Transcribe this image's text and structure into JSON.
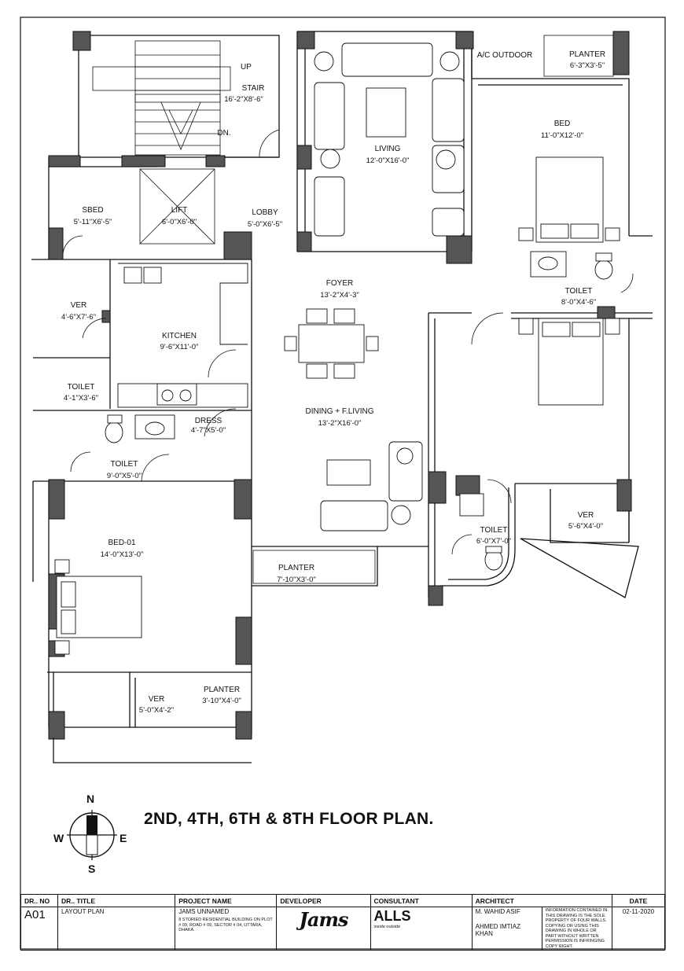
{
  "plan": {
    "rooms": [
      {
        "id": "stair",
        "name": "STAIR",
        "dim": "16'-2\"X8'-6\""
      },
      {
        "id": "up",
        "name": "UP"
      },
      {
        "id": "dn",
        "name": "DN."
      },
      {
        "id": "living",
        "name": "LIVING",
        "dim": "12'-0\"X16'-0\""
      },
      {
        "id": "ac",
        "name": "A/C OUTDOOR"
      },
      {
        "id": "planter_tr",
        "name": "PLANTER",
        "dim": "6'-3\"X3'-5\""
      },
      {
        "id": "bed_tr",
        "name": "BED",
        "dim": "11'-0\"X12'-0\""
      },
      {
        "id": "sbed",
        "name": "SBED",
        "dim": "5'-11\"X6'-5\""
      },
      {
        "id": "lift",
        "name": "LIFT",
        "dim": "6'-0\"X6'-0\""
      },
      {
        "id": "lobby",
        "name": "LOBBY",
        "dim": "5'-0\"X6'-5\""
      },
      {
        "id": "foyer",
        "name": "FOYER",
        "dim": "13'-2\"X4'-3\""
      },
      {
        "id": "toilet_r",
        "name": "TOILET",
        "dim": "8'-0\"X4'-6\""
      },
      {
        "id": "ver_l",
        "name": "VER",
        "dim": "4'-6\"X7'-6\""
      },
      {
        "id": "kitchen",
        "name": "KITCHEN",
        "dim": "9'-6\"X11'-0\""
      },
      {
        "id": "toilet_k",
        "name": "TOILET",
        "dim": "4'-1\"X3'-6\""
      },
      {
        "id": "dining",
        "name": "DINING + F.LIVING",
        "dim": "13'-2\"X16'-0\""
      },
      {
        "id": "dress",
        "name": "DRESS",
        "dim": "4'-7\"X5'-0\""
      },
      {
        "id": "toilet_l",
        "name": "TOILET",
        "dim": "9'-0\"X5'-0\""
      },
      {
        "id": "bed01",
        "name": "BED-01",
        "dim": "14'-0\"X13'-0\""
      },
      {
        "id": "toilet_m",
        "name": "TOILET",
        "dim": "6'-0\"X7'-0\""
      },
      {
        "id": "ver_r",
        "name": "VER",
        "dim": "5'-6\"X4'-0\""
      },
      {
        "id": "planter_m",
        "name": "PLANTER",
        "dim": "7'-10\"X3'-0\""
      },
      {
        "id": "planter_b",
        "name": "PLANTER",
        "dim": "3'-10\"X4'-0\""
      },
      {
        "id": "ver_b",
        "name": "VER",
        "dim": "5'-0\"X4'-2\""
      }
    ],
    "title": "2ND, 4TH, 6TH & 8TH FLOOR PLAN.",
    "compass": {
      "n": "N",
      "s": "S",
      "e": "E",
      "w": "W"
    }
  },
  "titleblock": {
    "h_drno": "DR.. NO",
    "h_drtitle": "DR.. TITLE",
    "h_project": "PROJECT NAME",
    "h_developer": "DEVELOPER",
    "h_consultant": "CONSULTANT",
    "h_architect": "ARCHITECT",
    "h_date": "DATE",
    "drno": "A01",
    "drtitle": "LAYOUT PLAN",
    "project_name": "JAMS UNNAMED",
    "project_desc": "8 STORIED RESIDENTIAL BUILDING ON PLOT # 09, ROAD # 09, SECTOR # 04, UTTARA, DHAKA.",
    "developer_logo": "Jams",
    "consultant_logo": "ALLS",
    "consultant_tag": "inside outside",
    "architect_1": "M. WAHID ASIF",
    "architect_2": "AHMED IMTIAZ KHAN",
    "notice": "INFORMATION CONTAINED IN THIS DRAWING IS THE SOLE PROPERTY OF FOUR WALLS. COPYING OR USING THIS DRAWING IN WHOLE OR PART WITHOUT WRITTEN PERMISSION IS INFRINGING COPY RIGHT.",
    "date": "02-11-2020"
  },
  "colors": {
    "line": "#111111",
    "column": "#555555",
    "paper": "#ffffff"
  }
}
